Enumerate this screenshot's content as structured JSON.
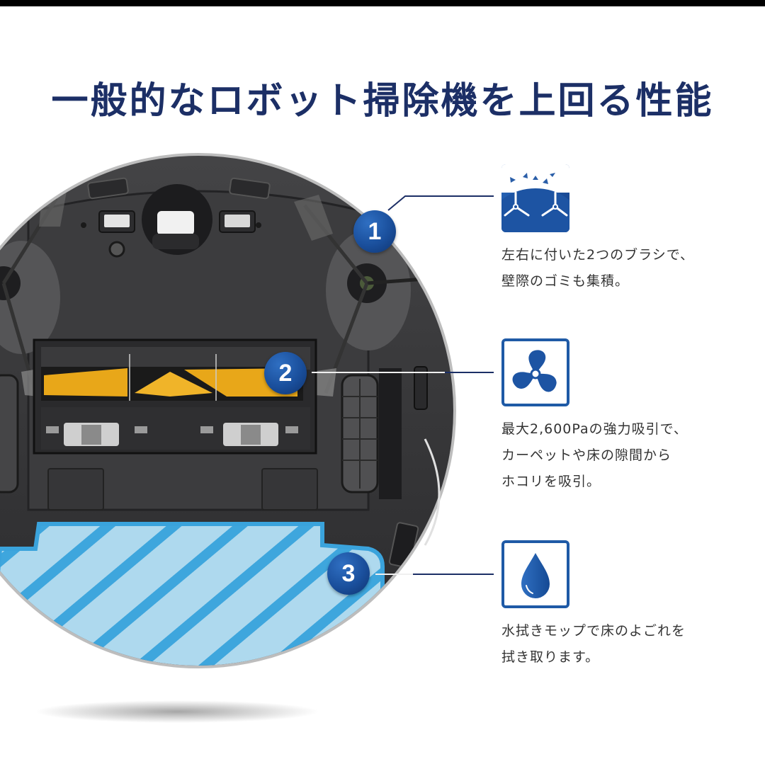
{
  "header": {
    "title": "一般的なロボット掃除機を上回る性能"
  },
  "colors": {
    "title": "#1c2f66",
    "accent_blue": "#1a4f9c",
    "leader_line": "#1c2f66",
    "mop_light": "#a9d8ee",
    "mop_stripe": "#3aa3dc",
    "roller_brush": "#e8a719",
    "robot_body": "#3a3a3c"
  },
  "callouts": [
    {
      "number": "1",
      "target": "side-brushes"
    },
    {
      "number": "2",
      "target": "main-roller-brush"
    },
    {
      "number": "3",
      "target": "mop-pad"
    }
  ],
  "features": [
    {
      "icon": "side-brush-icon",
      "lines": [
        "左右に付いた2つのブラシで、",
        "壁際のゴミも集積。"
      ]
    },
    {
      "icon": "fan-suction-icon",
      "lines": [
        "最大2,600Paの強力吸引で、",
        "カーペットや床の隙間から",
        "ホコリを吸引。"
      ]
    },
    {
      "icon": "water-drop-icon",
      "lines": [
        "水拭きモップで床のよごれを",
        "拭き取ります。"
      ]
    }
  ]
}
